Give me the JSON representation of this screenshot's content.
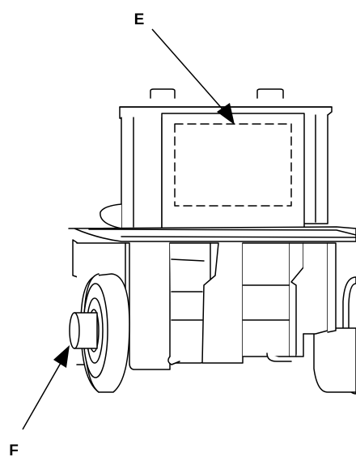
{
  "callouts": [
    {
      "id": "E",
      "label": "E"
    },
    {
      "id": "F",
      "label": "F"
    }
  ],
  "colors": {
    "line": "#000000",
    "fill": "#ffffff"
  }
}
